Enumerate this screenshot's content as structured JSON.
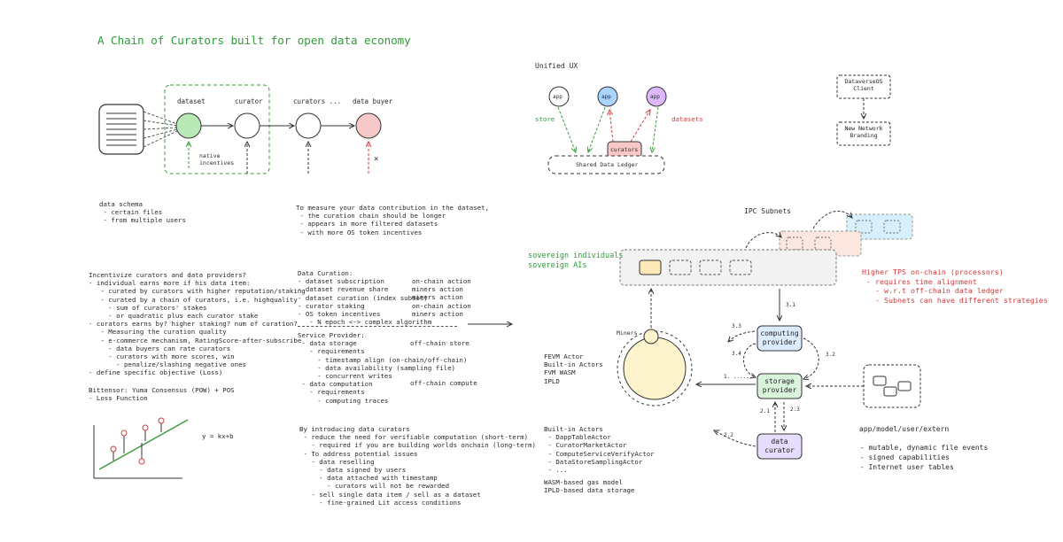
{
  "title": "A Chain of Curators built for open data economy",
  "flow": {
    "dataset": "dataset",
    "curator": "curator",
    "curators": "curators ...",
    "data_buyer": "data buyer",
    "native_incentives": "native\nincentives",
    "x_mark": "×"
  },
  "schema_note": "data schema\n - certain files\n - from multiple users",
  "measure_note": "To measure your data contribution in the dataset,\n - the curation chain should be longer\n - appears in more filtered datasets\n - with more OS token incentives",
  "incentivize_note": "Incentivize curators and data providers?\n- individual earns more if his data item:\n   - curated by curators with higher reputation/staking\n   - curated by a chain of curators, i.e. highquality\n     - sum of curators' stakes\n     - or quadratic plus each curator stake\n- curators earns by? higher staking? num of curation?\n   - Measuring the curation quality\n   - e-commerce mechanism, RatingScore-after-subscribe\n     - data buyers can rate curators\n     - curators with more scores, win\n       - penalize/slashing negative ones\n- define specific objective (Loss)",
  "bittensor_note": "Bittensor: Yuma Consensus (POW) + POS\n- Loss Function",
  "equation": "y = kx+b",
  "curation_note": {
    "left": "Data Curation:\n- dataset subscription\n- dataset revenue share\n- dataset curation (index subset)\n- curator staking\n- OS token incentives\n   - N epoch <-> complex algorithm",
    "right": "on-chain action\nminers action\nminers action\non-chain action\nminers action"
  },
  "service_note": {
    "left": "Service Provider:\n - data storage\n   - requirements\n     - timestamp align (on-chain/off-chain)\n     - data availability (sampling file)\n     - concurrent writes\n - data computation\n   - requirements\n     - computing traces",
    "right_storage": "off-chain store",
    "right_compute": "off-chain compute"
  },
  "introduce_note": "By introducing data curators\n - reduce the need for verifiable computation (short-term)\n   - required if you are building worlds onchain (long-term)\n - To address potential issues\n   - data reselling\n     - data signed by users\n     - data attached with timestamp\n       - curators will not be rewarded\n   - sell single data item / sell as a dataset\n     - fine-grained Lit access conditions",
  "unified_ux": {
    "title": "Unified UX",
    "app": "app",
    "store": "store",
    "datasets": "datasets",
    "curators": "curators",
    "ledger": "Shared Data Ledger"
  },
  "client": {
    "client": "DataverseOS\nClient",
    "branding": "New Network\nBranding"
  },
  "ipc": {
    "title": "IPC Subnets",
    "sovereign": "sovereign individuals\nsovereign AIs",
    "tps_note": "Higher TPS on-chain (processors)\n - requires time alignment\n   - w.r.t off-chain data ledger\n   - Subnets can have different strategies",
    "miners": "Miners",
    "computing_provider": "computing\nprovider",
    "storage_provider": "storage\nprovider",
    "data_curator": "data\ncurator",
    "labels": {
      "l31": "3.1",
      "l32": "3.2",
      "l33": "3.3",
      "l34": "3.4",
      "l1": "1. ......",
      "l21": "2.1",
      "l22": "2.2",
      "l23": "2.3"
    },
    "actors": "FEVM Actor\nBuilt-in Actors\nFVM WASM\nIPLD",
    "builtin": "Built-in Actors\n - DappTableActor\n - CuratorMarketActor\n - ComputeServiceVerifyActor\n - DataStoreSamplingActor\n - ...",
    "wasm": "WASM-based gas model\nIPLD-based data storage",
    "app_model": "app/model/user/extern",
    "app_model_list": " - mutable, dynamic file events\n - signed capabilities\n - Internet user tables"
  }
}
